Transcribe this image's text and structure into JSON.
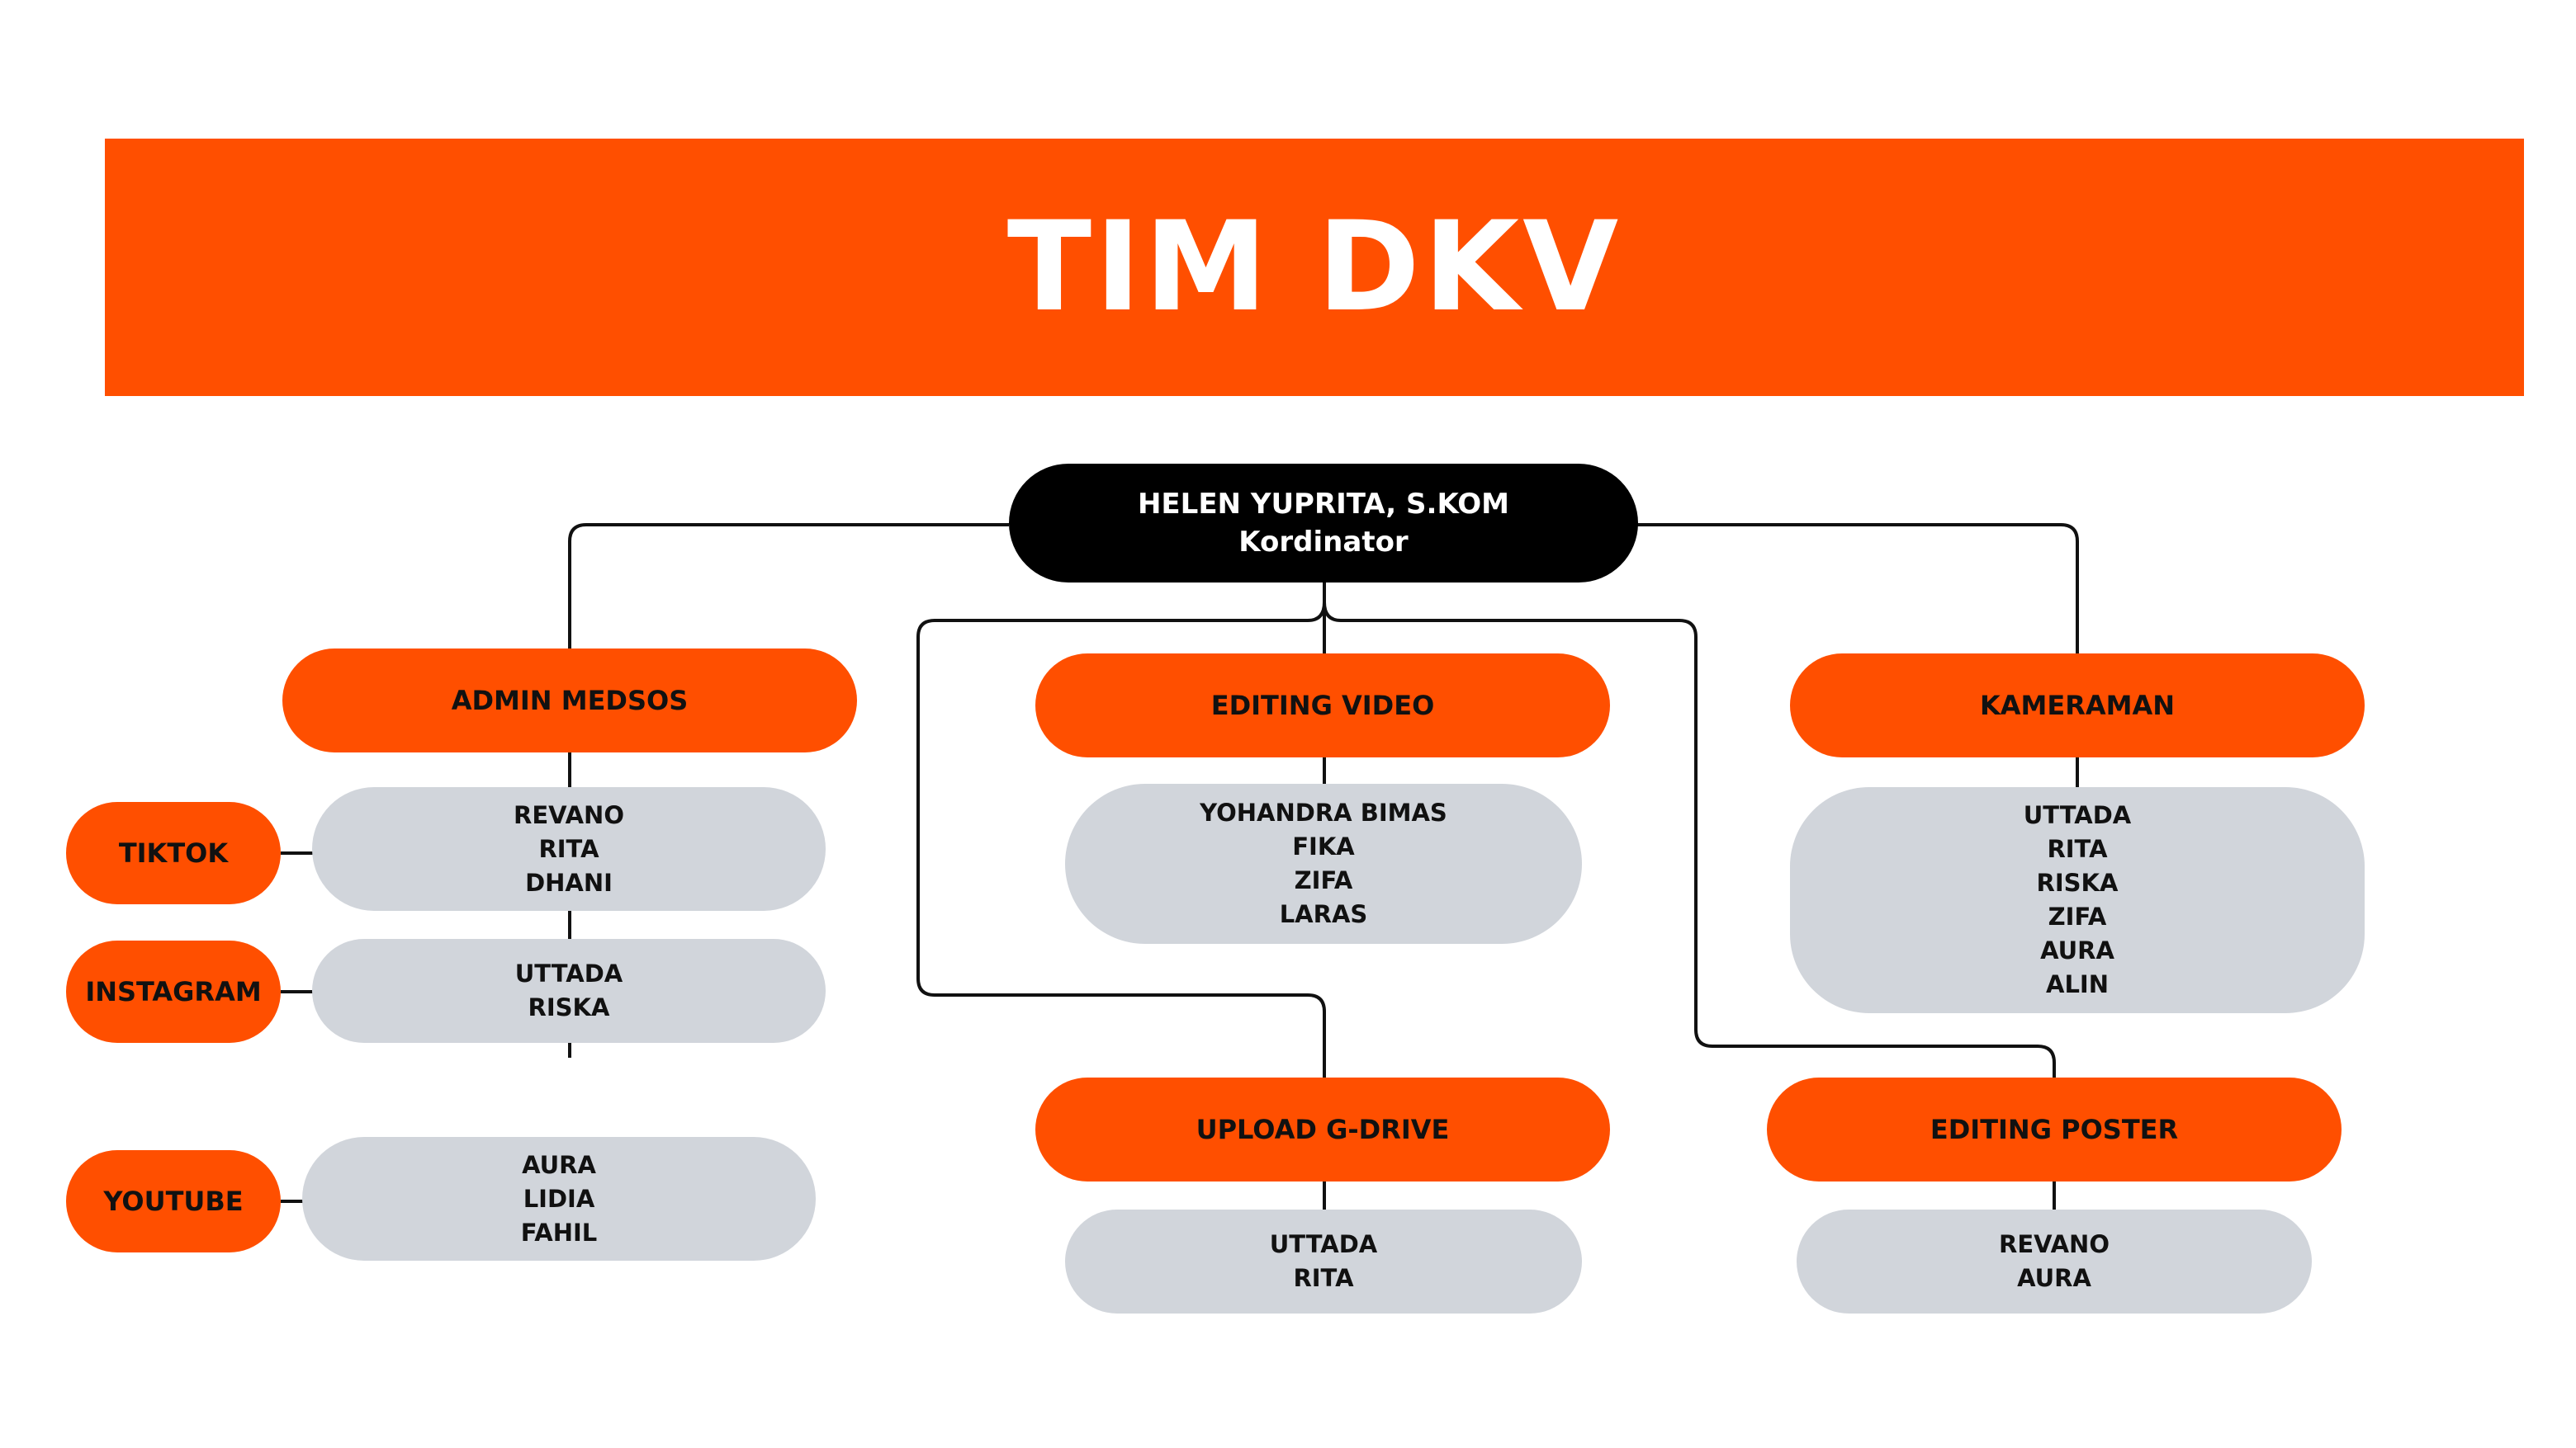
{
  "title": "TIM DKV",
  "coordinator": {
    "name": "HELEN YUPRITA, S.KOM",
    "role": "Kordinator"
  },
  "colors": {
    "accent": "#ff4f00",
    "member_box": "#d1d5db",
    "coordinator": "#000000",
    "title_text": "#ffffff",
    "line": "#111111"
  },
  "admin_medsos": {
    "label": "ADMIN MEDSOS",
    "platforms": [
      {
        "label": "TIKTOK",
        "members": [
          "REVANO",
          "RITA",
          "DHANI"
        ]
      },
      {
        "label": "INSTAGRAM",
        "members": [
          "UTTADA",
          "RISKA"
        ]
      },
      {
        "label": "YOUTUBE",
        "members": [
          "AURA",
          "LIDIA",
          "FAHIL"
        ]
      }
    ]
  },
  "editing_video": {
    "label": "EDITING VIDEO",
    "members": [
      "YOHANDRA BIMAS",
      "FIKA",
      "ZIFA",
      "LARAS"
    ]
  },
  "kameraman": {
    "label": "KAMERAMAN",
    "members": [
      "UTTADA",
      "RITA",
      "RISKA",
      "ZIFA",
      "AURA",
      "ALIN"
    ]
  },
  "upload_gdrive": {
    "label": "UPLOAD G-DRIVE",
    "members": [
      "UTTADA",
      "RITA"
    ]
  },
  "editing_poster": {
    "label": "EDITING POSTER",
    "members": [
      "REVANO",
      "AURA"
    ]
  }
}
